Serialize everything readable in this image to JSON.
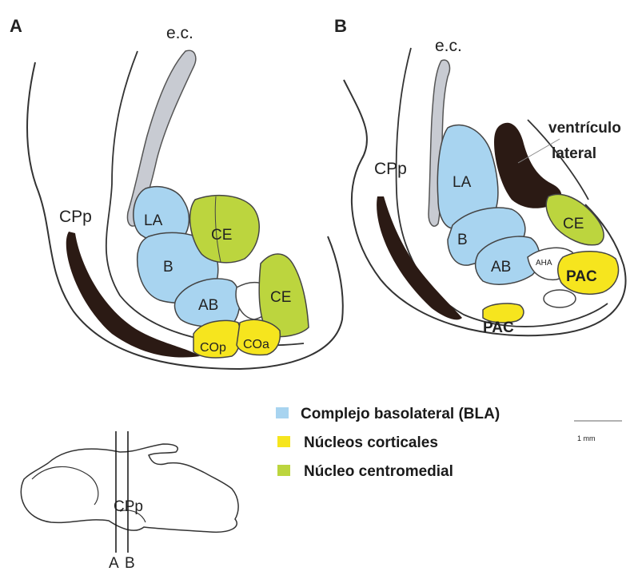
{
  "panel_a": {
    "letter": "A",
    "ec": "e.c.",
    "cpp": "CPp",
    "regions": {
      "la": "LA",
      "b": "B",
      "ce_top": "CE",
      "ce_right": "CE",
      "ab": "AB",
      "cop": "COp",
      "coa": "COa"
    }
  },
  "panel_b": {
    "letter": "B",
    "ec": "e.c.",
    "cpp": "CPp",
    "ventricle": [
      "ventrículo",
      "lateral"
    ],
    "regions": {
      "la": "LA",
      "b": "B",
      "ab": "AB",
      "aha": "AHA",
      "ce": "CE",
      "pac_right": "PAC",
      "pac_bottom": "PAC"
    }
  },
  "legend": {
    "items": [
      {
        "label": "Complejo basolateral (BLA)",
        "color": "#a8d4f0"
      },
      {
        "label": "Núcleos corticales",
        "color": "#f6e51e"
      },
      {
        "label": "Núcleo centromedial",
        "color": "#bcd53e"
      }
    ],
    "scale_label": "1 mm"
  },
  "brain_sketch": {
    "cpp": "CPp",
    "cut_a": "A",
    "cut_b": "B"
  },
  "colors": {
    "bla": "#a8d4f0",
    "cortical": "#f6e51e",
    "centromedial": "#bcd53e",
    "capsule": "#c8cbd2",
    "dark": "#2b1a14"
  }
}
